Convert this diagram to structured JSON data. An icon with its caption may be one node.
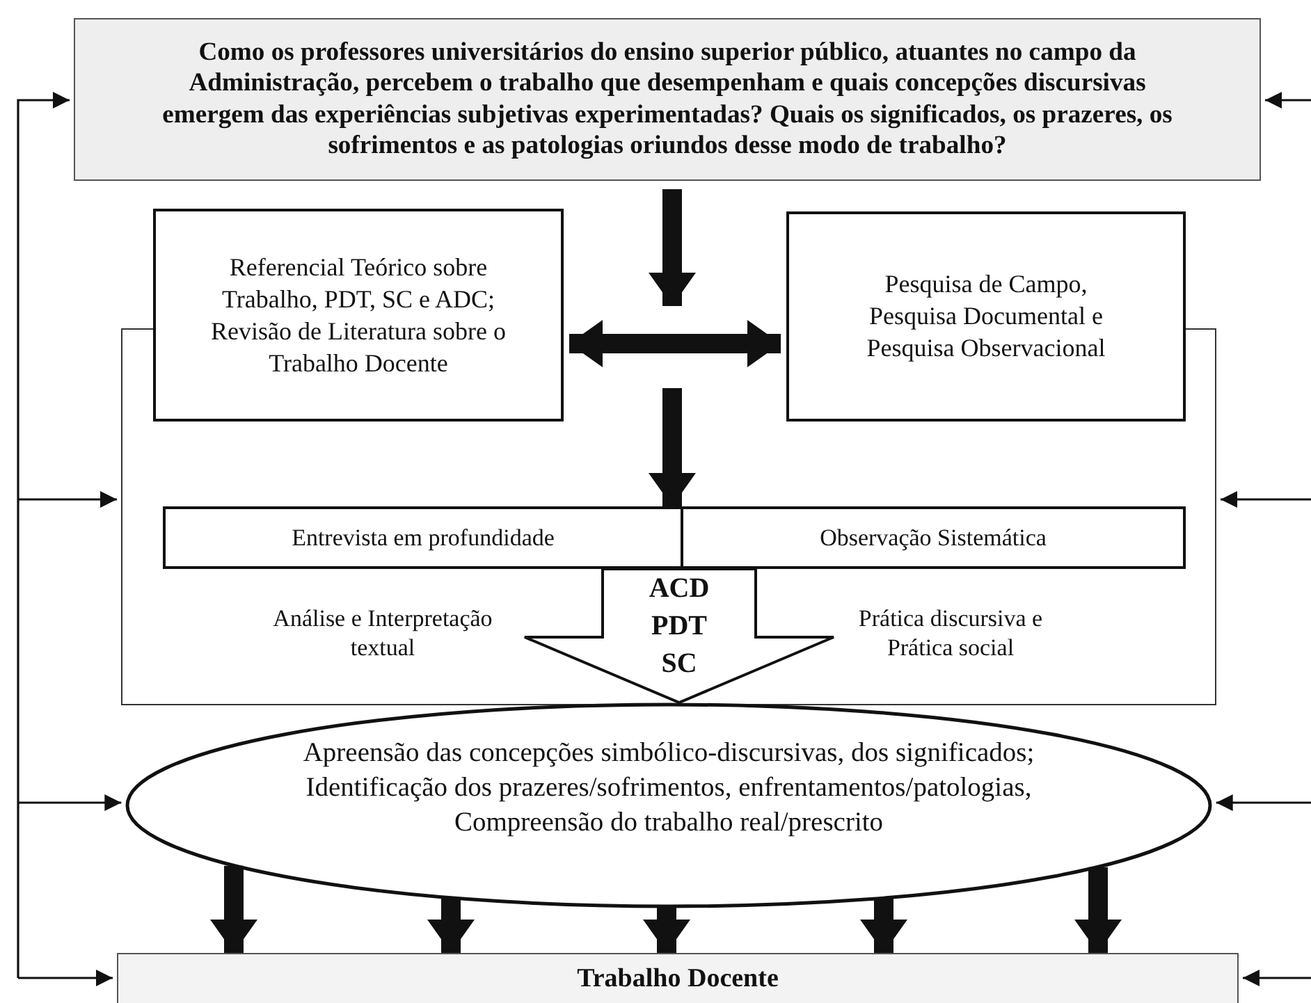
{
  "diagram": {
    "nodes": [
      {
        "text": [
          "Como os professores universitários do ensino superior público, atuantes no campo da Administração, percebem o trabalho que desempenham e quais concepções discursivas emergem das experiências subjetivas experimentadas? Quais os significados, os prazeres, os sofrimentos e as patologias oriundos desse modo de trabalho?"
        ]
      },
      {
        "text": [],
        "shape": "box"
      },
      {
        "text": [
          "Referencial Teórico sobre Trabalho, PDT, SC e ADC; Revisão de Literatura sobre o Trabalho Docente"
        ]
      },
      {
        "text": [
          "Pesquisa de Campo, Pesquisa Documental e Pesquisa Observacional"
        ]
      },
      {
        "text": [
          "Entrevista em profundidade",
          "Observação Sistemática"
        ],
        "in": 1
      },
      {
        "text": [
          "Apreensão das concepções simbólico-discursivas, dos significados; Identificação dos prazeres/sofrimentos, enfrentamentos/patologias, Compreensão do trabalho real/prescrito"
        ]
      },
      {
        "text": [
          "Trabalho Docente"
        ]
      }
    ],
    "edges": [
      {
        "from": 0,
        "to": 1,
        "arrow": "to",
        "style": "thick"
      },
      {
        "from": 2,
        "to": 3,
        "arrow": "both",
        "style": "thick"
      },
      {
        "from": null,
        "to": 4,
        "arrow": "to",
        "style": "thick"
      },
      {
        "from": 4,
        "to": 5,
        "arrow": "to",
        "label": "ACD PDT SC"
      },
      {
        "from": 5,
        "to": 6,
        "arrow": "to",
        "style": "thick"
      },
      {
        "from": 5,
        "to": 6,
        "arrow": "to",
        "style": "thick"
      },
      {
        "from": 5,
        "to": 6,
        "arrow": "to",
        "style": "thick"
      },
      {
        "from": 5,
        "to": 6,
        "arrow": "to",
        "style": "thick"
      },
      {
        "from": 5,
        "to": 6,
        "arrow": "to",
        "style": "thick"
      },
      {
        "from": null,
        "to": 0,
        "arrow": "to"
      },
      {
        "from": null,
        "to": 1,
        "arrow": "to"
      },
      {
        "from": null,
        "to": 5,
        "arrow": "to"
      },
      {
        "from": null,
        "to": 6,
        "arrow": "to"
      },
      {
        "from": null,
        "to": 0,
        "arrow": "to"
      },
      {
        "from": null,
        "to": 1,
        "arrow": "to"
      },
      {
        "from": null,
        "to": 5,
        "arrow": "to"
      },
      {
        "from": null,
        "to": 6,
        "arrow": "to"
      }
    ],
    "labels": [
      "Análise e Interpretação textual",
      "Prática discursiva e Prática social"
    ]
  }
}
